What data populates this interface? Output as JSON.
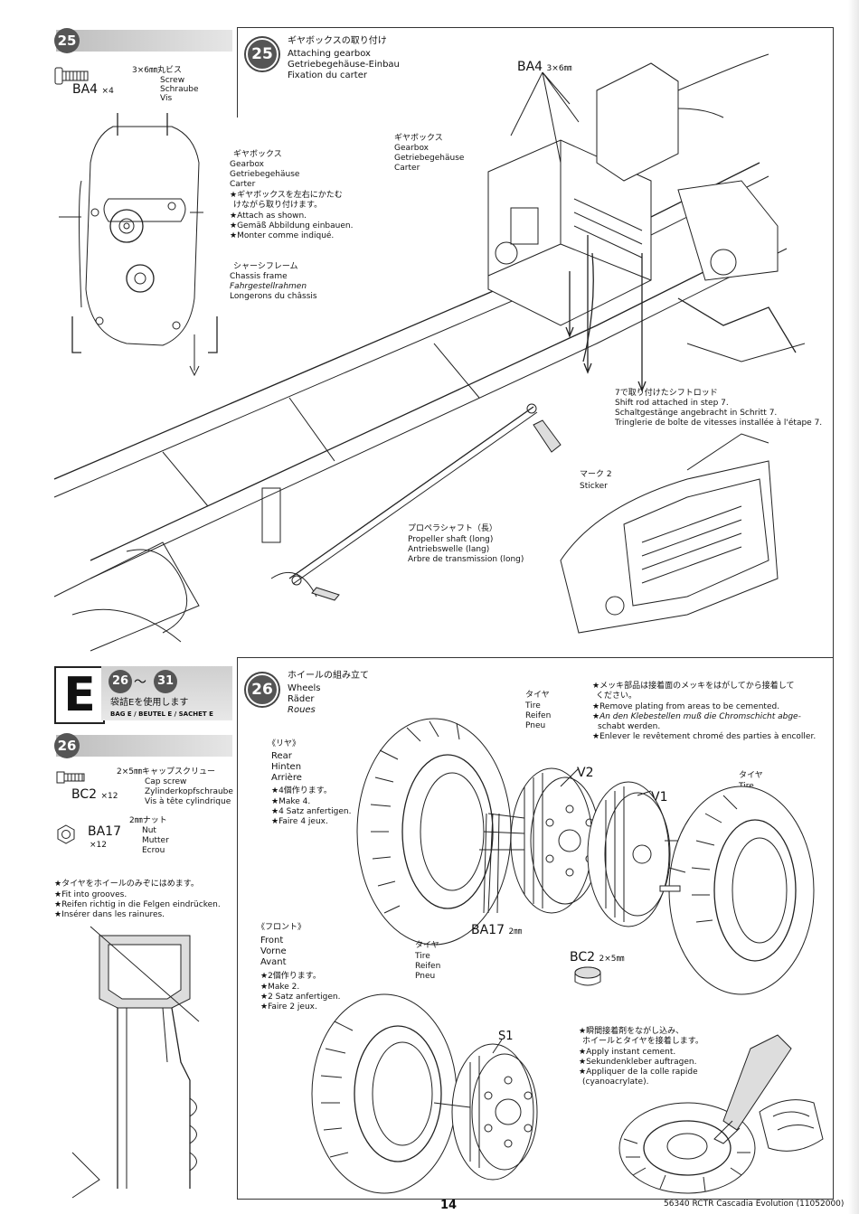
{
  "step25_small": {
    "number": "25",
    "screw": {
      "code": "BA4",
      "qty": "×4",
      "jp": "3×6㎜丸ビス",
      "en": "Screw",
      "de": "Schraube",
      "fr": "Vis"
    },
    "gearbox": {
      "jp": "ギヤボックス",
      "en": "Gearbox",
      "de": "Getriebegehäuse",
      "fr": "Carter"
    },
    "attach_note": {
      "jp1": "★ギヤボックスを左右にかたむ",
      "jp2": "けながら取り付けます。",
      "en": "★Attach as shown.",
      "de": "★Gemäß Abbildung einbauen.",
      "fr": "★Monter comme indiqué."
    },
    "chassis": {
      "jp": "シャーシフレーム",
      "en": "Chassis frame",
      "de": "Fahrgestellrahmen",
      "fr": "Longerons du châssis"
    }
  },
  "step25_main": {
    "number": "25",
    "title_jp": "ギヤボックスの取り付け",
    "title_en": "Attaching gearbox",
    "title_de": "Getriebegehäuse-Einbau",
    "title_fr": "Fixation du carter",
    "screw_label": "BA4",
    "screw_size": "3×6㎜",
    "gearbox": {
      "jp": "ギヤボックス",
      "en": "Gearbox",
      "de": "Getriebegehäuse",
      "fr": "Carter"
    },
    "shift_rod": {
      "jp": "7で取り付けたシフトロッド",
      "en": "Shift rod attached in step 7.",
      "de": "Schaltgestänge angebracht in Schritt 7.",
      "fr": "Tringlerie de boîte de vitesses installée à l'étape 7."
    },
    "sticker": {
      "jp": "マーク 2",
      "en": "Sticker"
    },
    "propeller": {
      "jp": "プロペラシャフト（長）",
      "en": "Propeller shaft (long)",
      "de": "Antriebswelle (lang)",
      "fr": "Arbre de transmission (long)"
    }
  },
  "bag_e": {
    "letter": "E",
    "range_from": "26",
    "range_sep": "～",
    "range_to": "31",
    "jp": "袋詰Eを使用します",
    "sub": "BAG E / BEUTEL E / SACHET E"
  },
  "step26_small": {
    "number": "26",
    "cap_screw": {
      "code": "BC2",
      "qty": "×12",
      "jp": "2×5㎜キャップスクリュー",
      "en": "Cap screw",
      "de": "Zylinderkopfschraube",
      "fr": "Vis à tête cylindrique"
    },
    "nut": {
      "code": "BA17",
      "qty": "×12",
      "jp": "2㎜ナット",
      "en": "Nut",
      "de": "Mutter",
      "fr": "Ecrou"
    },
    "fit_note": {
      "jp": "★タイヤをホイールのみぞにはめます。",
      "en": "★Fit into grooves.",
      "de": "★Reifen richtig in die Felgen eindrücken.",
      "fr": "★Insérer dans les rainures."
    }
  },
  "step26_main": {
    "number": "26",
    "title_jp": "ホイールの組み立て",
    "title_en": "Wheels",
    "title_de": "Räder",
    "title_fr": "Roues",
    "plating_note": {
      "jp1": "★メッキ部品は接着面のメッキをはがしてから接着して",
      "jp2": "ください。",
      "en": "★Remove plating from areas to be cemented.",
      "de1": "★An den Klebestellen muß die Chromschicht abge-",
      "de2": "schabt werden.",
      "fr": "★Enlever le revêtement chromé des parties à encoller."
    },
    "rear": {
      "jp": "《リヤ》",
      "en": "Rear",
      "de": "Hinten",
      "fr": "Arrière",
      "n_jp": "★4個作ります。",
      "n_en": "★Make 4.",
      "n_de": "★4 Satz anfertigen.",
      "n_fr": "★Faire 4 jeux."
    },
    "front": {
      "jp": "《フロント》",
      "en": "Front",
      "de": "Vorne",
      "fr": "Avant",
      "n_jp": "★2個作ります。",
      "n_en": "★Make 2.",
      "n_de": "★2 Satz anfertigen.",
      "n_fr": "★Faire 2 jeux."
    },
    "tire": {
      "jp": "タイヤ",
      "en": "Tire",
      "de": "Reifen",
      "fr": "Pneu"
    },
    "v2": "V2",
    "v1": "V1",
    "s1": "S1",
    "ba17": "BA17",
    "ba17_size": "2㎜",
    "bc2": "BC2",
    "bc2_size": "2×5㎜",
    "cement_note": {
      "jp1": "★瞬間接着剤をながし込み、",
      "jp2": "ホイールとタイヤを接着します。",
      "en": "★Apply instant cement.",
      "de": "★Sekundenkleber auftragen.",
      "fr1": "★Appliquer de la colle rapide",
      "fr2": "(cyanoacrylate)."
    }
  },
  "footer": {
    "page": "14",
    "model": "56340 RCTR Cascadia Evolution",
    "code": "(11052000)"
  }
}
